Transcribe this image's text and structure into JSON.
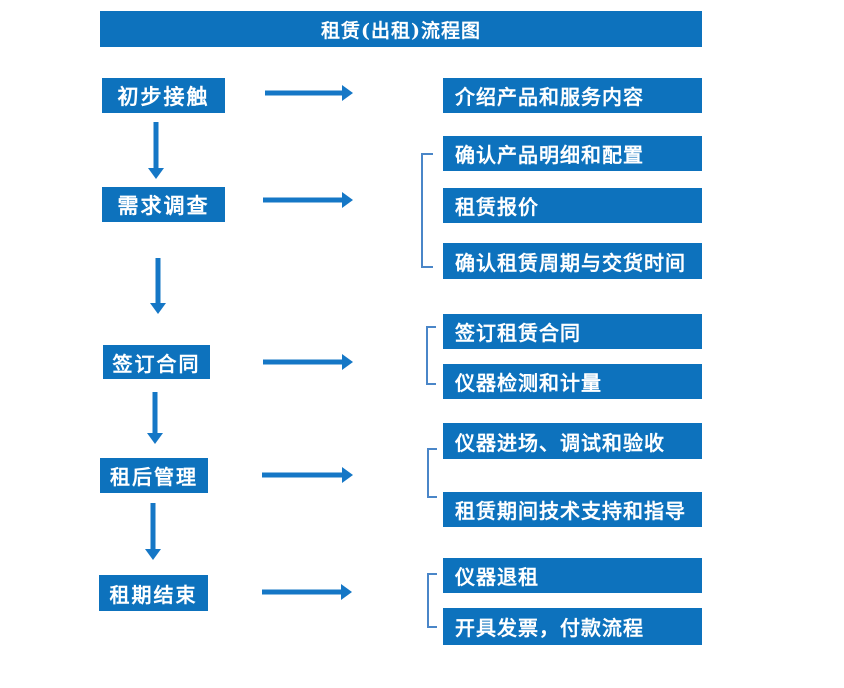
{
  "title": "租赁(出租)流程图",
  "colors": {
    "box_blue": "#0d72bd",
    "arrow_blue": "#1577c6",
    "bracket_blue": "#4a86c8",
    "text": "#ffffff",
    "background": "#ffffff"
  },
  "steps": [
    {
      "label": "初步接触",
      "details": [
        "介绍产品和服务内容"
      ]
    },
    {
      "label": "需求调查",
      "details": [
        "确认产品明细和配置",
        "租赁报价",
        "确认租赁周期与交货时间"
      ]
    },
    {
      "label": "签订合同",
      "details": [
        "签订租赁合同",
        "仪器检测和计量"
      ]
    },
    {
      "label": "租后管理",
      "details": [
        "仪器进场、调试和验收",
        "租赁期间技术支持和指导"
      ]
    },
    {
      "label": "租期结束",
      "details": [
        "仪器退租",
        "开具发票，付款流程"
      ]
    }
  ]
}
